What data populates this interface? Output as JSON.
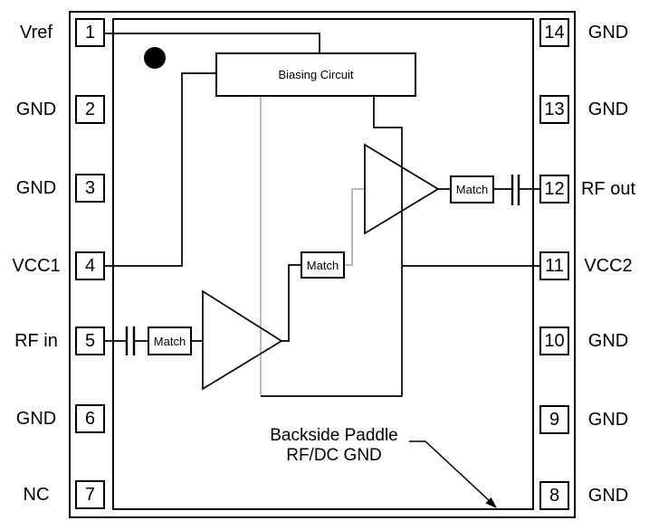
{
  "colors": {
    "line": "#000000",
    "gray_line": "#a3a3a3",
    "background": "#ffffff",
    "text": "#000000"
  },
  "pins": {
    "left": [
      {
        "number": "1",
        "label": "Vref"
      },
      {
        "number": "2",
        "label": "GND"
      },
      {
        "number": "3",
        "label": "GND"
      },
      {
        "number": "4",
        "label": "VCC1"
      },
      {
        "number": "5",
        "label": "RF in"
      },
      {
        "number": "6",
        "label": "GND"
      },
      {
        "number": "7",
        "label": "NC"
      }
    ],
    "right": [
      {
        "number": "14",
        "label": "GND"
      },
      {
        "number": "13",
        "label": "GND"
      },
      {
        "number": "12",
        "label": "RF out"
      },
      {
        "number": "11",
        "label": "VCC2"
      },
      {
        "number": "10",
        "label": "GND"
      },
      {
        "number": "9",
        "label": "GND"
      },
      {
        "number": "8",
        "label": "GND"
      }
    ]
  },
  "blocks": {
    "biasing": {
      "label": "Biasing Circuit"
    },
    "match_input": {
      "label": "Match"
    },
    "match_interstage": {
      "label": "Match"
    },
    "match_output": {
      "label": "Match"
    }
  },
  "note": {
    "line1": "Backside Paddle",
    "line2": "RF/DC GND"
  }
}
